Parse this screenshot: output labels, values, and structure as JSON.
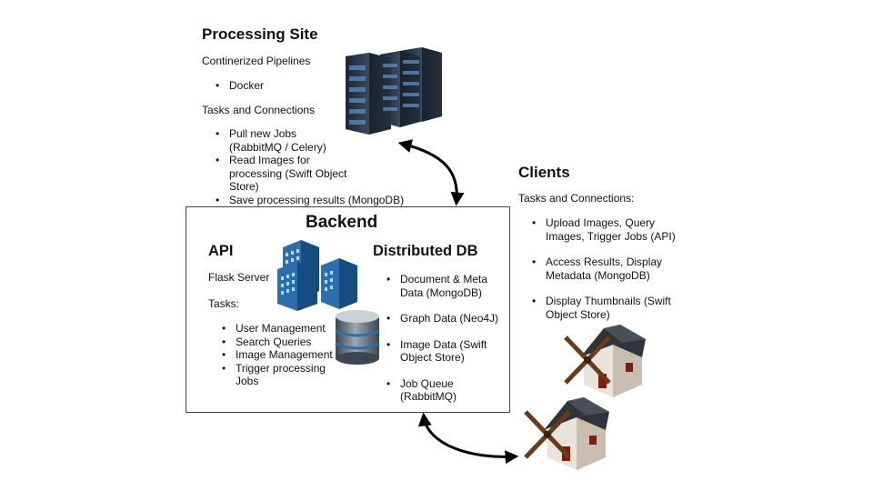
{
  "processing_site": {
    "title": "Processing Site",
    "pipelines_label": "Continerized Pipelines",
    "pipelines": [
      "Docker"
    ],
    "tasks_label": "Tasks and Connections",
    "tasks": [
      "Pull new Jobs (RabbitMQ / Celery)",
      "Read Images for processing (Swift Object Store)",
      "Save processing results (MongoDB)"
    ]
  },
  "backend": {
    "title": "Backend",
    "api": {
      "title": "API",
      "server": "Flask Server",
      "tasks_label": "Tasks:",
      "tasks": [
        "User Management",
        "Search Queries",
        "Image Management",
        "Trigger processing Jobs"
      ]
    },
    "db": {
      "title": "Distributed DB",
      "items": [
        "Document & Meta Data (MongoDB)",
        "Graph Data (Neo4J)",
        "Image Data (Swift Object Store)",
        "Job Queue (RabbitMQ)"
      ]
    }
  },
  "clients": {
    "title": "Clients",
    "tasks_label": "Tasks and Connections:",
    "tasks": [
      "Upload Images, Query Images, Trigger Jobs (API)",
      "Access Results, Display Metadata (MongoDB)",
      "Display Thumbnails (Swift Object Store)"
    ]
  },
  "icons": {
    "servers": "server-rack-icon",
    "buildings": "office-buildings-icon",
    "database": "database-cylinder-icon",
    "windmills": "windmill-house-icon"
  },
  "colors": {
    "building_blue": "#1f5f9a",
    "db_steel": "#5b6570",
    "roof": "#3a3f47"
  }
}
